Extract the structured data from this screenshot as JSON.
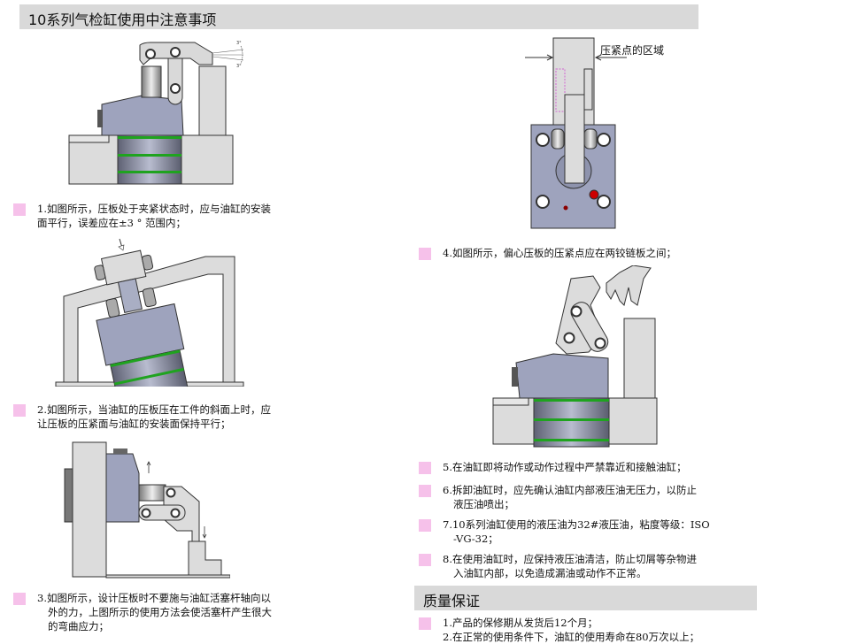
{
  "header": {
    "title": "10系列气检缸使用中注意事项"
  },
  "figures": {
    "fig1": {
      "angle_label_top": "3°",
      "angle_label_bottom": "3°"
    },
    "fig4": {
      "callout": "压紧点的区域"
    }
  },
  "notes": [
    {
      "lines": [
        "1.如图所示，压板处于夹紧状态时，应与油缸的安装",
        "面平行，误差应在±3 ° 范围内；"
      ]
    },
    {
      "lines": [
        "2.如图所示，当油缸的压板压在工件的斜面上时，应",
        "让压板的压紧面与油缸的安装面保持平行；"
      ]
    },
    {
      "lines": [
        "3.如图所示，设计压板时不要施与油缸活塞杆轴向以",
        "外的力，上图所示的使用方法会使活塞杆产生很大",
        "的弯曲应力；"
      ]
    },
    {
      "lines": [
        "4.如图所示，偏心压板的压紧点应在两铰链板之间；"
      ]
    },
    {
      "lines": [
        "5.在油缸即将动作或动作过程中严禁靠近和接触油缸；"
      ]
    },
    {
      "lines": [
        "6.拆卸油缸时，应先确认油缸内部液压油无压力，以防止",
        "液压油喷出；"
      ]
    },
    {
      "lines": [
        "7.10系列油缸使用的液压油为32#液压油，粘度等级：ISO",
        "-VG-32；"
      ]
    },
    {
      "lines": [
        "8.在使用油缸时，应保持液压油清洁，防止切屑等杂物进",
        "入油缸内部，以免造成漏油或动作不正常。"
      ]
    }
  ],
  "quality": {
    "title": "质量保证",
    "lines": [
      "1.产品的保修期从发货后12个月；",
      "2.在正常的使用条件下，油缸的使用寿命在80万次以上；"
    ]
  },
  "colors": {
    "header_bg": "#d9d9d9",
    "bullet": "#f6c1ea",
    "seal_green": "#1fa31f",
    "body_blue": "#9ea3bd"
  }
}
